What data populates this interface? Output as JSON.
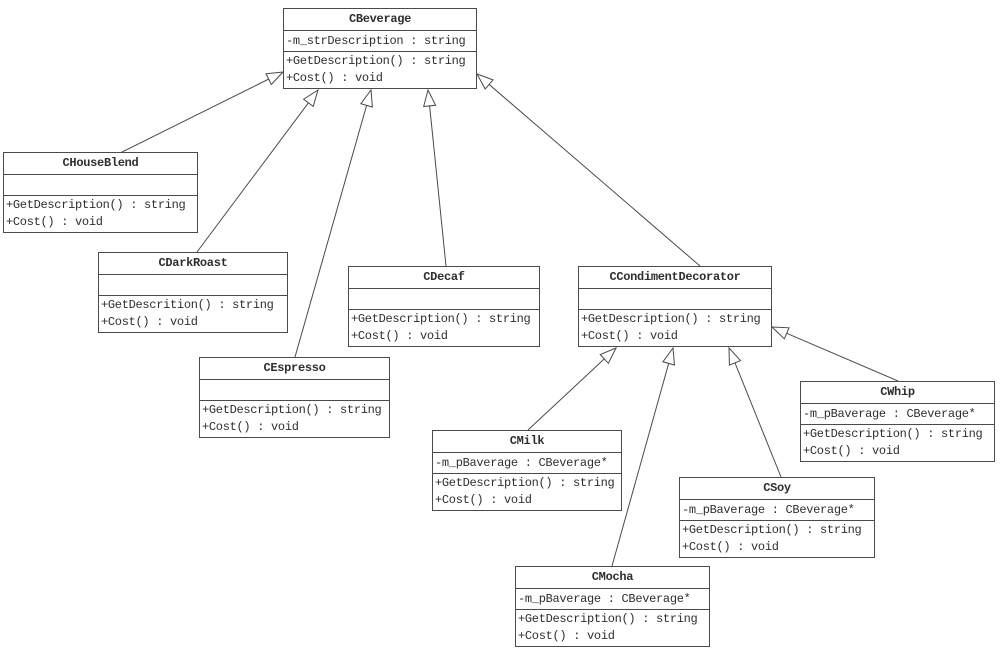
{
  "diagram": {
    "type": "uml-class-diagram",
    "classes": [
      {
        "id": "cbeverage",
        "name": "CBeverage",
        "attributes": [
          "-m_strDescription : string"
        ],
        "methods": [
          "+GetDescription() : string",
          "+Cost() : void"
        ]
      },
      {
        "id": "chouseblend",
        "name": "CHouseBlend",
        "attributes": [],
        "methods": [
          "+GetDescription() : string",
          "+Cost() : void"
        ]
      },
      {
        "id": "cdarkroast",
        "name": "CDarkRoast",
        "attributes": [],
        "methods": [
          "+GetDescrition() : string",
          "+Cost() : void"
        ]
      },
      {
        "id": "cespresso",
        "name": "CEspresso",
        "attributes": [],
        "methods": [
          "+GetDescription() : string",
          "+Cost() : void"
        ]
      },
      {
        "id": "cdecaf",
        "name": "CDecaf",
        "attributes": [],
        "methods": [
          "+GetDescription() : string",
          "+Cost() : void"
        ]
      },
      {
        "id": "ccondimentdecorator",
        "name": "CCondimentDecorator",
        "attributes": [],
        "methods": [
          "+GetDescription() : string",
          "+Cost() : void"
        ]
      },
      {
        "id": "cmilk",
        "name": "CMilk",
        "attributes": [
          "-m_pBaverage : CBeverage*"
        ],
        "methods": [
          "+GetDescription() : string",
          "+Cost() : void"
        ]
      },
      {
        "id": "cmocha",
        "name": "CMocha",
        "attributes": [
          "-m_pBaverage : CBeverage*"
        ],
        "methods": [
          "+GetDescription() : string",
          "+Cost() : void"
        ]
      },
      {
        "id": "csoy",
        "name": "CSoy",
        "attributes": [
          "-m_pBaverage : CBeverage*"
        ],
        "methods": [
          "+GetDescription() : string",
          "+Cost() : void"
        ]
      },
      {
        "id": "cwhip",
        "name": "CWhip",
        "attributes": [
          "-m_pBaverage : CBeverage*"
        ],
        "methods": [
          "+GetDescription() : string",
          "+Cost() : void"
        ]
      }
    ],
    "relationships": [
      {
        "type": "generalization",
        "from": "CHouseBlend",
        "to": "CBeverage"
      },
      {
        "type": "generalization",
        "from": "CDarkRoast",
        "to": "CBeverage"
      },
      {
        "type": "generalization",
        "from": "CEspresso",
        "to": "CBeverage"
      },
      {
        "type": "generalization",
        "from": "CDecaf",
        "to": "CBeverage"
      },
      {
        "type": "generalization",
        "from": "CCondimentDecorator",
        "to": "CBeverage"
      },
      {
        "type": "generalization",
        "from": "CMilk",
        "to": "CCondimentDecorator"
      },
      {
        "type": "generalization",
        "from": "CMocha",
        "to": "CCondimentDecorator"
      },
      {
        "type": "generalization",
        "from": "CSoy",
        "to": "CCondimentDecorator"
      },
      {
        "type": "generalization",
        "from": "CWhip",
        "to": "CCondimentDecorator"
      }
    ],
    "colors": {
      "line": "#4a4a4a",
      "text": "#2e2e2e",
      "box_fill": "#ffffff",
      "background": "#ffffff"
    }
  }
}
